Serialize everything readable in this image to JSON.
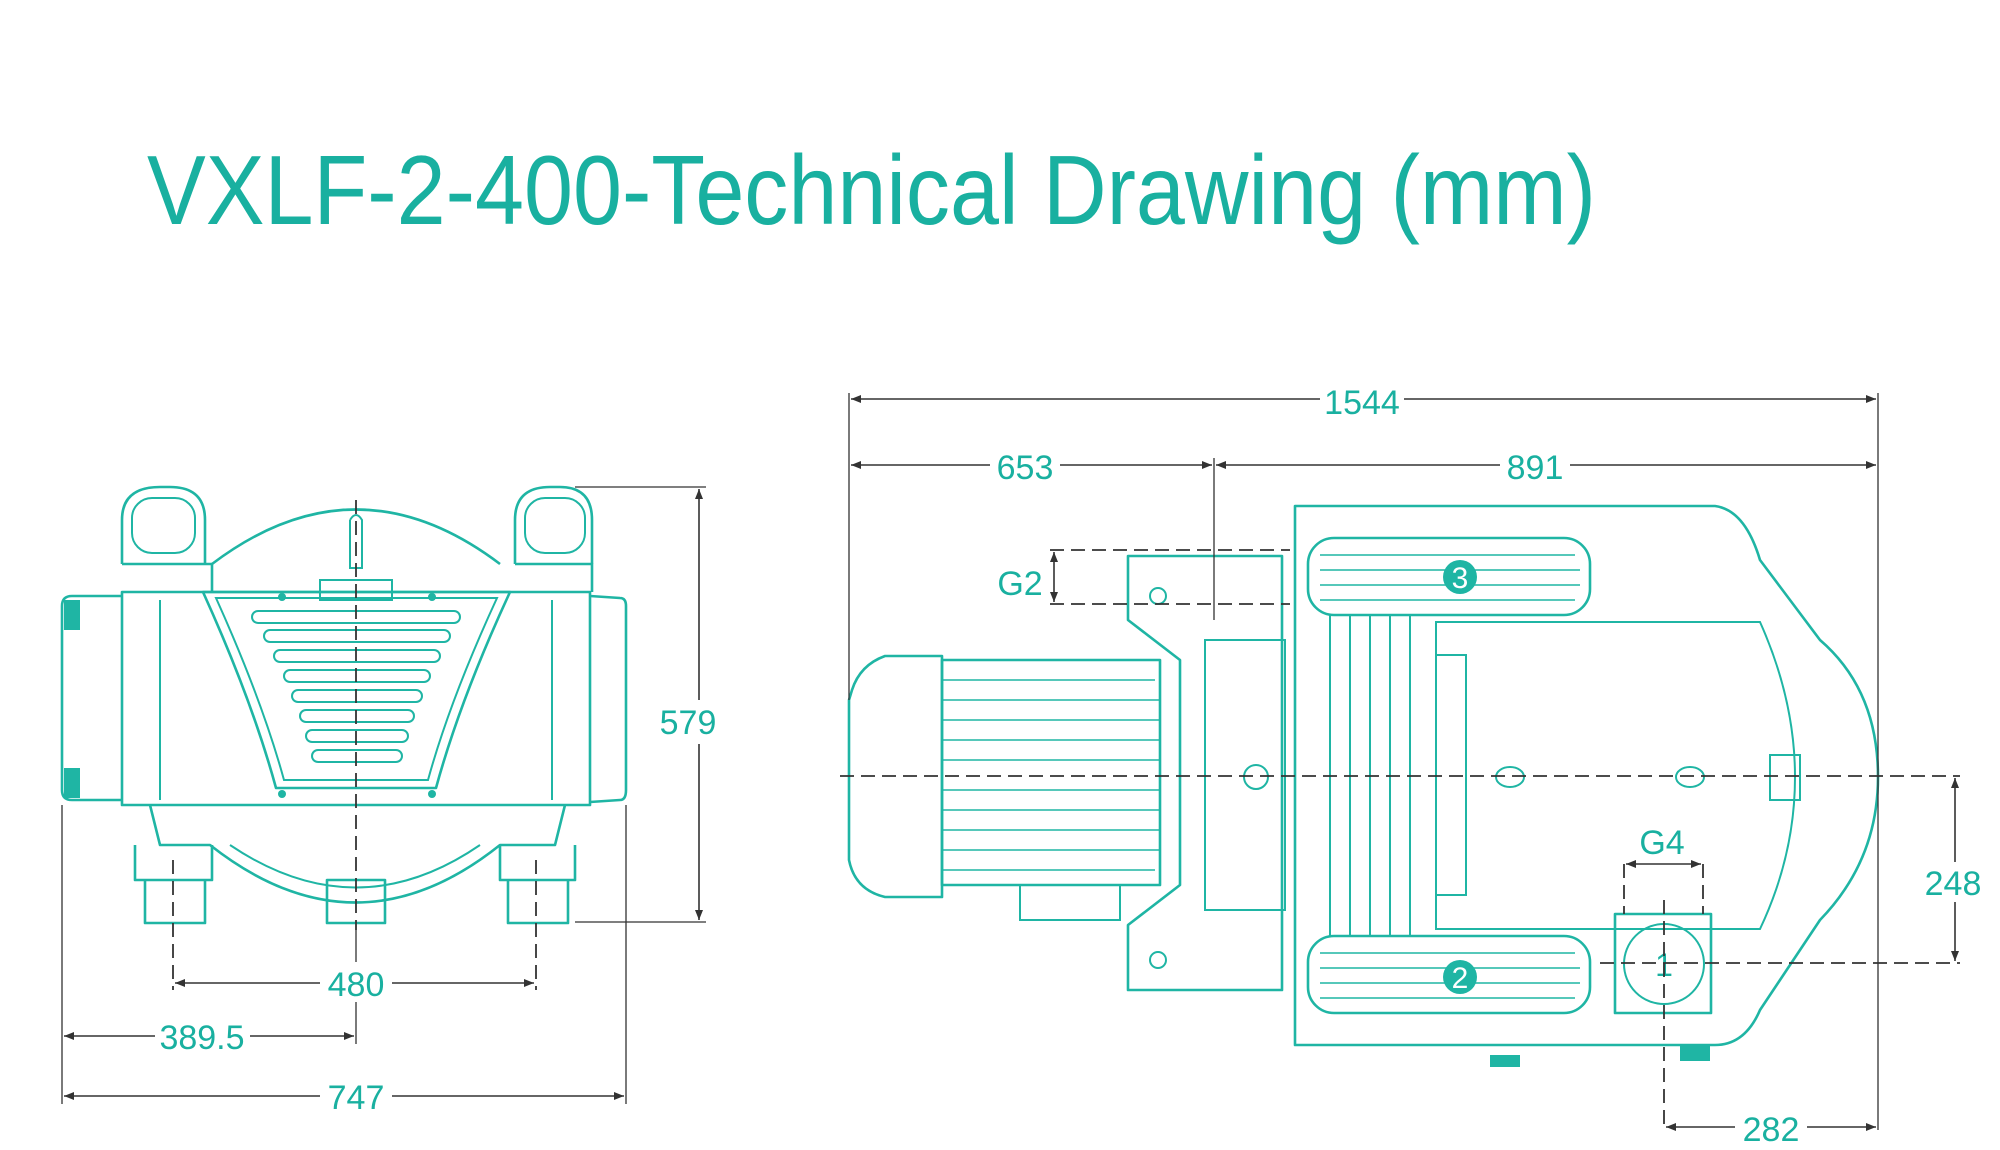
{
  "title": "VXLF-2-400-Technical Drawing (mm)",
  "colors": {
    "accent": "#19b0a0",
    "line": "#1fb5a4",
    "dimension": "#333333"
  },
  "front_view": {
    "dimensions": {
      "height": "579",
      "foot_spacing": "480",
      "center_offset": "389.5",
      "width": "747"
    }
  },
  "side_view": {
    "dimensions": {
      "overall_length": "1544",
      "motor_length": "653",
      "pump_length": "891",
      "port1_height": "248",
      "port1_offset": "282",
      "g2": "G2",
      "g4": "G4"
    },
    "ports": [
      {
        "label": "1"
      },
      {
        "label": "2"
      },
      {
        "label": "3"
      }
    ]
  }
}
